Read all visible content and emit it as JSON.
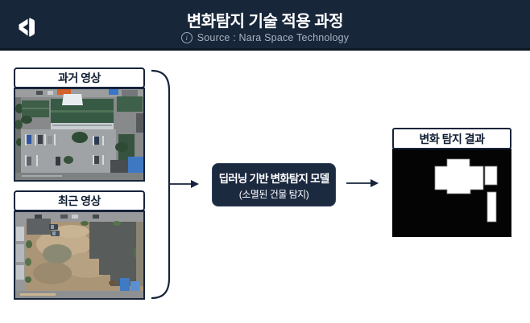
{
  "header": {
    "title": "변화탐지 기술 적용 과정",
    "source_label": "Source : Nara Space Technology",
    "info_glyph": "i",
    "logo_name": "nara-space-logo",
    "bg_color": "#18263a",
    "title_color": "#ffffff",
    "source_color": "#a9b3c1"
  },
  "flow": {
    "past_image_label": "과거 영상",
    "recent_image_label": "최근 영상",
    "model_box": {
      "line1": "딥러닝 기반 변화탐지 모델",
      "line2": "(소멸된 건물 탐지)"
    },
    "result_label": "변화 탐지 결과"
  },
  "colors": {
    "accent_navy": "#16243a",
    "model_box_bg": "#1c2a40",
    "result_canvas_bg": "#040404",
    "detection_shape": "#ffffff",
    "content_bg": "#ffffff"
  }
}
